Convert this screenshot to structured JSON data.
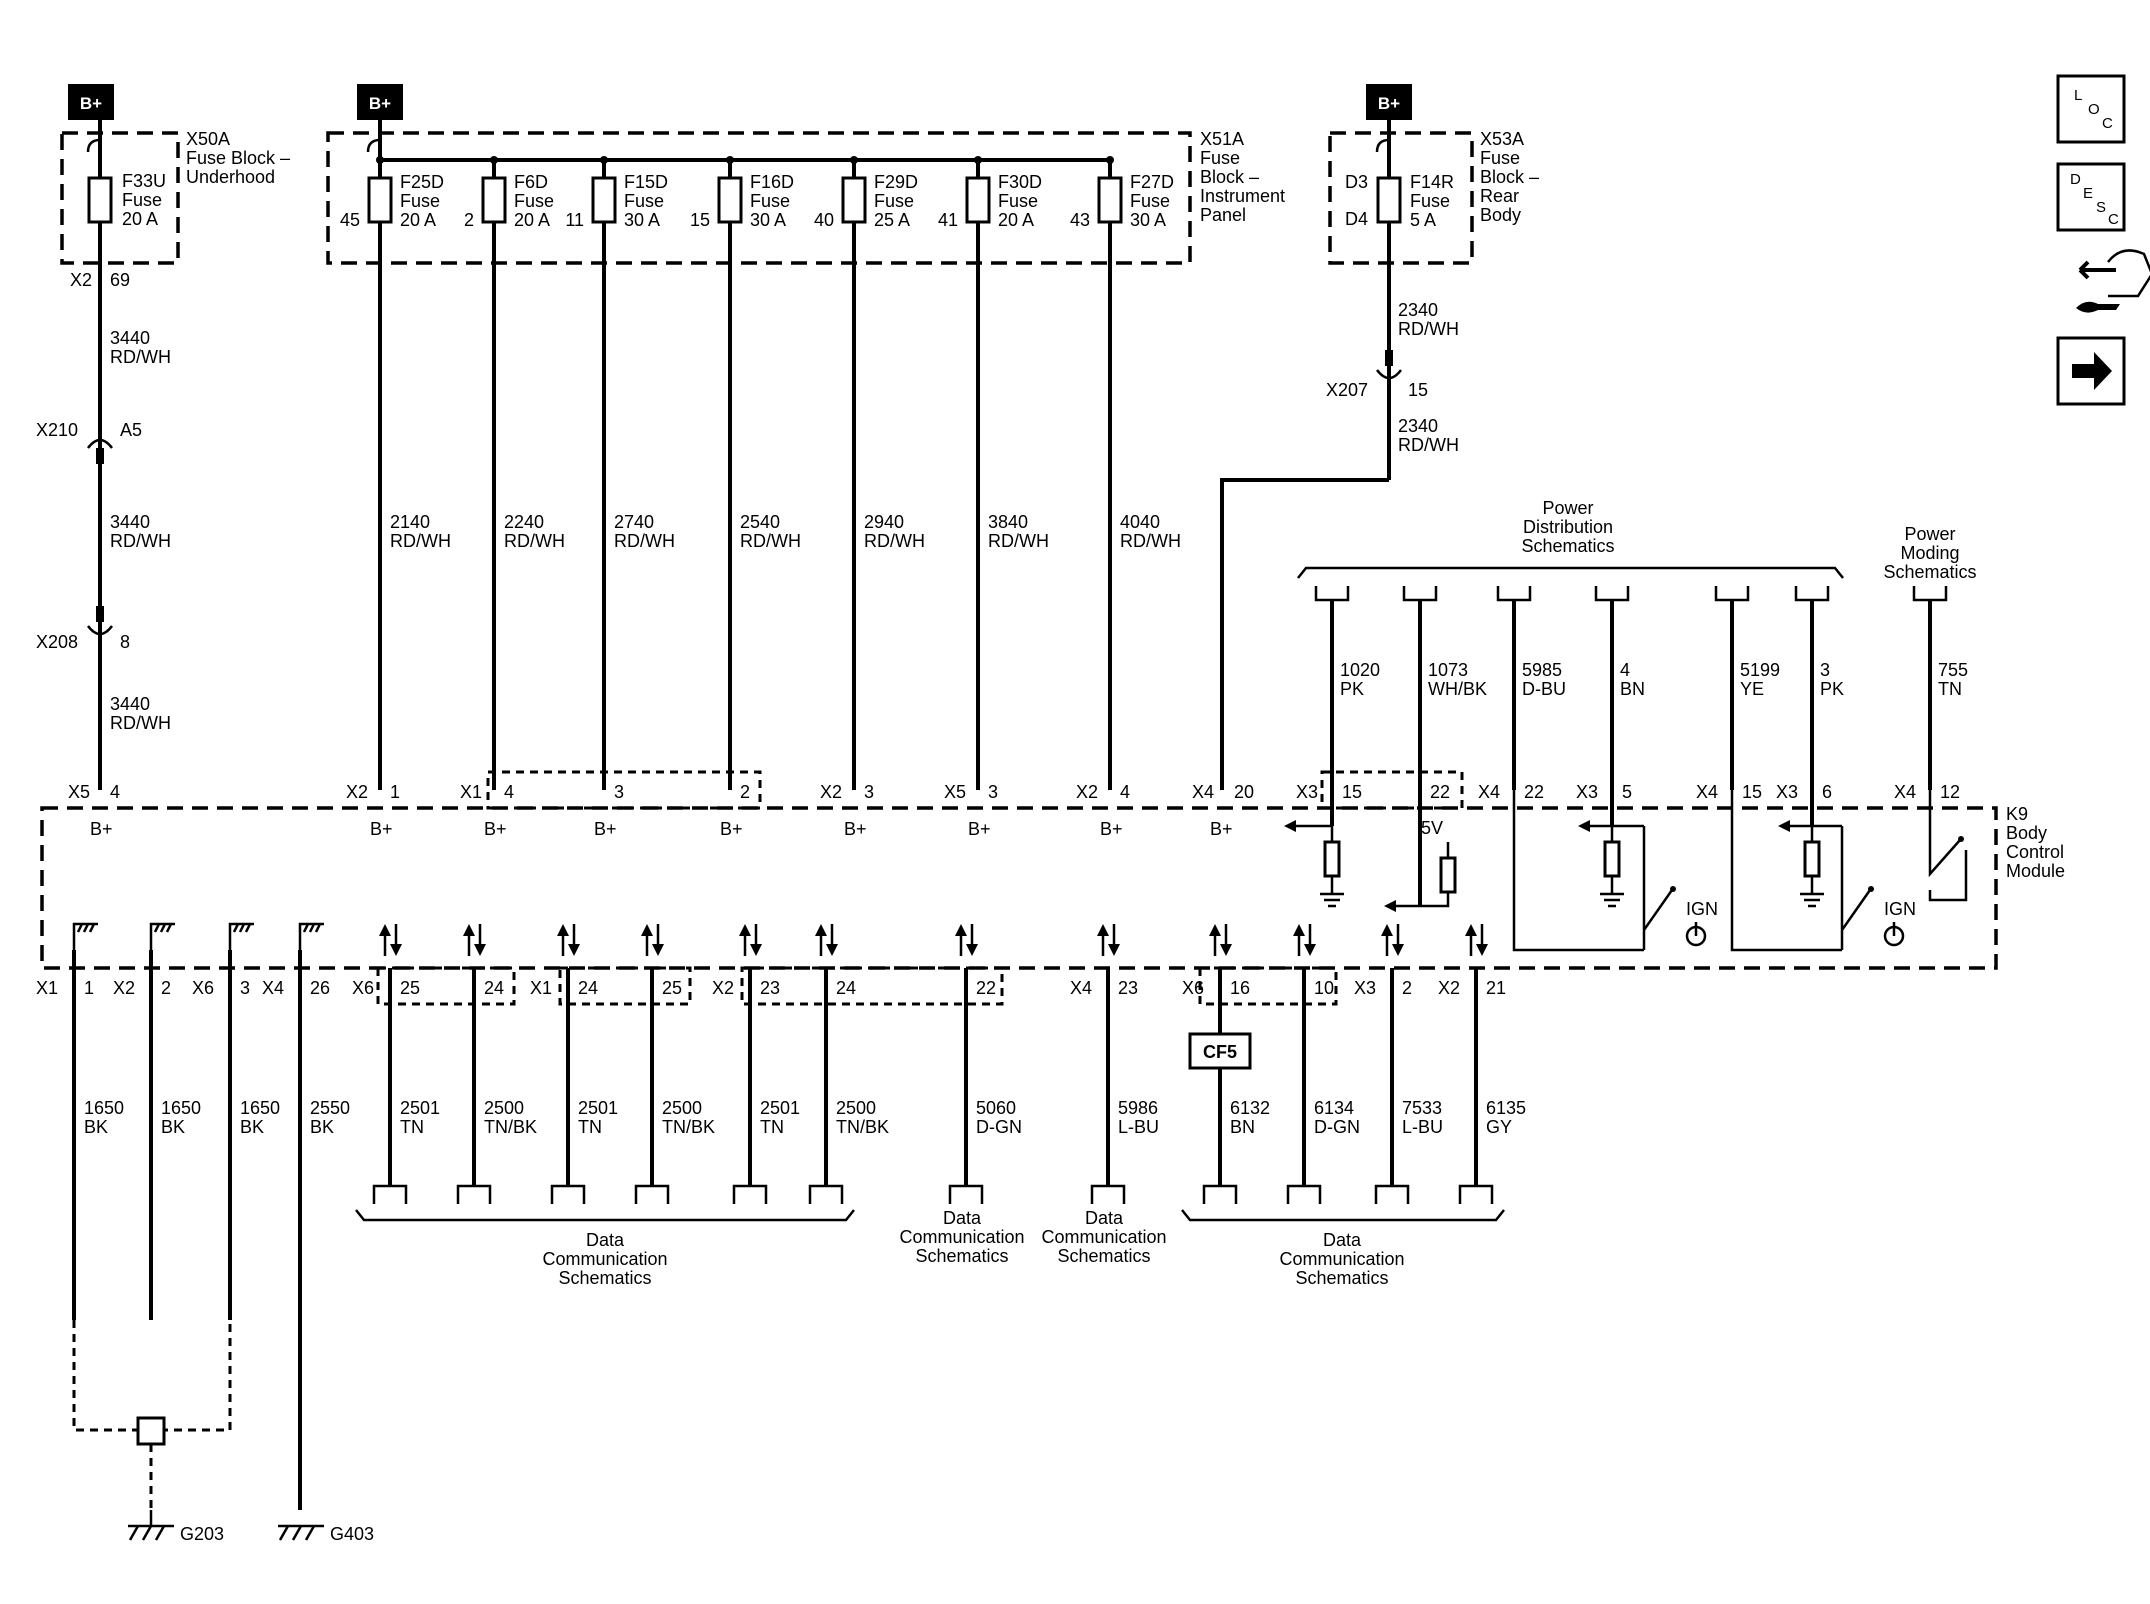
{
  "power": {
    "bplus": "B+"
  },
  "fuse_blocks": [
    {
      "id": "X50A",
      "name_lines": [
        "Fuse Block –",
        "Underhood"
      ]
    },
    {
      "id": "X51A",
      "name_lines": [
        "Fuse",
        "Block –",
        "Instrument",
        "Panel"
      ]
    },
    {
      "id": "X53A",
      "name_lines": [
        "Fuse",
        "Block –",
        "Rear",
        "Body"
      ]
    }
  ],
  "fuses": [
    {
      "name": "F33U",
      "type": "Fuse",
      "rating": "20 A",
      "cavity": ""
    },
    {
      "name": "F25D",
      "type": "Fuse",
      "rating": "20 A",
      "cavity": "45"
    },
    {
      "name": "F6D",
      "type": "Fuse",
      "rating": "20 A",
      "cavity": "2"
    },
    {
      "name": "F15D",
      "type": "Fuse",
      "rating": "30 A",
      "cavity": "11"
    },
    {
      "name": "F16D",
      "type": "Fuse",
      "rating": "30 A",
      "cavity": "15"
    },
    {
      "name": "F29D",
      "type": "Fuse",
      "rating": "25 A",
      "cavity": "40"
    },
    {
      "name": "F30D",
      "type": "Fuse",
      "rating": "20 A",
      "cavity": "41"
    },
    {
      "name": "F27D",
      "type": "Fuse",
      "rating": "30 A",
      "cavity": "43"
    },
    {
      "name": "F14R",
      "type": "Fuse",
      "rating": "5 A",
      "cavity": ""
    }
  ],
  "rear_pins": [
    "D3",
    "D4"
  ],
  "x50_pin": {
    "conn": "X2",
    "pin": "69"
  },
  "inline_connectors": [
    {
      "id": "X210",
      "pin": "A5"
    },
    {
      "id": "X208",
      "pin": "8"
    },
    {
      "id": "X207",
      "pin": "15"
    }
  ],
  "circuits": {
    "c3440": {
      "num": "3440",
      "color": "RD/WH"
    },
    "c2340": {
      "num": "2340",
      "color": "RD/WH"
    }
  },
  "top_wires": [
    {
      "num": "2140",
      "color": "RD/WH",
      "conn": "X2",
      "pin": "1"
    },
    {
      "num": "2240",
      "color": "RD/WH",
      "conn": "X1",
      "pin": "4"
    },
    {
      "num": "2740",
      "color": "RD/WH",
      "conn": "",
      "pin": "3"
    },
    {
      "num": "2540",
      "color": "RD/WH",
      "conn": "",
      "pin": "2"
    },
    {
      "num": "2940",
      "color": "RD/WH",
      "conn": "X2",
      "pin": "3"
    },
    {
      "num": "3840",
      "color": "RD/WH",
      "conn": "X5",
      "pin": "3"
    },
    {
      "num": "4040",
      "color": "RD/WH",
      "conn": "X2",
      "pin": "4"
    }
  ],
  "left_input": {
    "conn": "X5",
    "pin": "4"
  },
  "rear_input": {
    "conn": "X4",
    "pin": "20"
  },
  "right_wires": [
    {
      "num": "1020",
      "color": "PK",
      "conn": "X3",
      "pin": "15"
    },
    {
      "num": "1073",
      "color": "WH/BK",
      "conn": "",
      "pin": "22"
    },
    {
      "num": "5985",
      "color": "D-BU",
      "conn": "X4",
      "pin": "22"
    },
    {
      "num": "4",
      "color": "BN",
      "conn": "X3",
      "pin": "5"
    },
    {
      "num": "5199",
      "color": "YE",
      "conn": "X4",
      "pin": "15"
    },
    {
      "num": "3",
      "color": "PK",
      "conn": "X3",
      "pin": "6"
    },
    {
      "num": "755",
      "color": "TN",
      "conn": "X4",
      "pin": "12"
    }
  ],
  "refs": {
    "power_dist": [
      "Power",
      "Distribution",
      "Schematics"
    ],
    "power_moding": [
      "Power",
      "Moding",
      "Schematics"
    ],
    "data_comm": [
      "Data",
      "Communication",
      "Schematics"
    ]
  },
  "module": {
    "id": "K9",
    "name_lines": [
      "Body",
      "Control",
      "Module"
    ],
    "v5": "5V",
    "ign": "IGN"
  },
  "bottom_pins": [
    {
      "conn": "X1",
      "pin": "1"
    },
    {
      "conn": "X2",
      "pin": "2"
    },
    {
      "conn": "X6",
      "pin": "3"
    },
    {
      "conn": "X4",
      "pin": "26"
    },
    {
      "conn": "X6",
      "pin": "25"
    },
    {
      "conn": "",
      "pin": "24"
    },
    {
      "conn": "X1",
      "pin": "24"
    },
    {
      "conn": "",
      "pin": "25"
    },
    {
      "conn": "X2",
      "pin": "23"
    },
    {
      "conn": "",
      "pin": "24"
    },
    {
      "conn": "",
      "pin": "22"
    },
    {
      "conn": "X4",
      "pin": "23"
    },
    {
      "conn": "X6",
      "pin": "16"
    },
    {
      "conn": "",
      "pin": "10"
    },
    {
      "conn": "X3",
      "pin": "2"
    },
    {
      "conn": "X2",
      "pin": "21"
    }
  ],
  "bottom_wires": [
    {
      "num": "1650",
      "color": "BK"
    },
    {
      "num": "1650",
      "color": "BK"
    },
    {
      "num": "1650",
      "color": "BK"
    },
    {
      "num": "2550",
      "color": "BK"
    },
    {
      "num": "2501",
      "color": "TN"
    },
    {
      "num": "2500",
      "color": "TN/BK"
    },
    {
      "num": "2501",
      "color": "TN"
    },
    {
      "num": "2500",
      "color": "TN/BK"
    },
    {
      "num": "2501",
      "color": "TN"
    },
    {
      "num": "2500",
      "color": "TN/BK"
    },
    {
      "num": "5060",
      "color": "D-GN"
    },
    {
      "num": "5986",
      "color": "L-BU"
    },
    {
      "num": "6132",
      "color": "BN"
    },
    {
      "num": "6134",
      "color": "D-GN"
    },
    {
      "num": "7533",
      "color": "L-BU"
    },
    {
      "num": "6135",
      "color": "GY"
    }
  ],
  "cf5": "CF5",
  "grounds": [
    "G203",
    "G403"
  ],
  "side_icons": [
    {
      "name": "loc-icon",
      "letters": [
        "L",
        "O",
        "C"
      ]
    },
    {
      "name": "desc-icon",
      "letters": [
        "D",
        "E",
        "S",
        "C"
      ]
    }
  ]
}
